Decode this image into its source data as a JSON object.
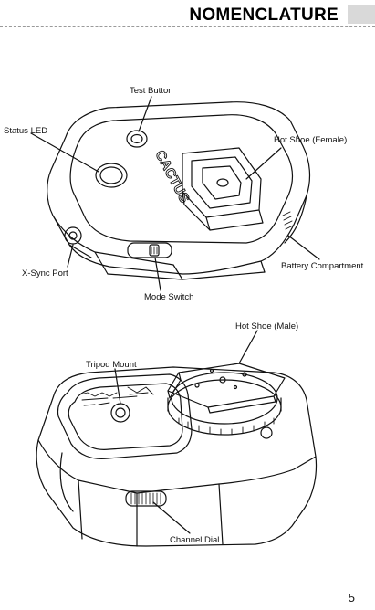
{
  "header": {
    "title": "NOMENCLATURE"
  },
  "figure_top": {
    "brand": "CACTUS",
    "labels": {
      "test_button": "Test Button",
      "status_led": "Status LED",
      "hot_shoe_female": "Hot Shoe (Female)",
      "x_sync_port": "X-Sync Port",
      "battery_compartment": "Battery Compartment",
      "mode_switch": "Mode Switch"
    }
  },
  "figure_bottom": {
    "labels": {
      "hot_shoe_male": "Hot Shoe (Male)",
      "tripod_mount": "Tripod Mount",
      "channel_dial": "Channel Dial"
    }
  },
  "page": {
    "number": "5"
  }
}
